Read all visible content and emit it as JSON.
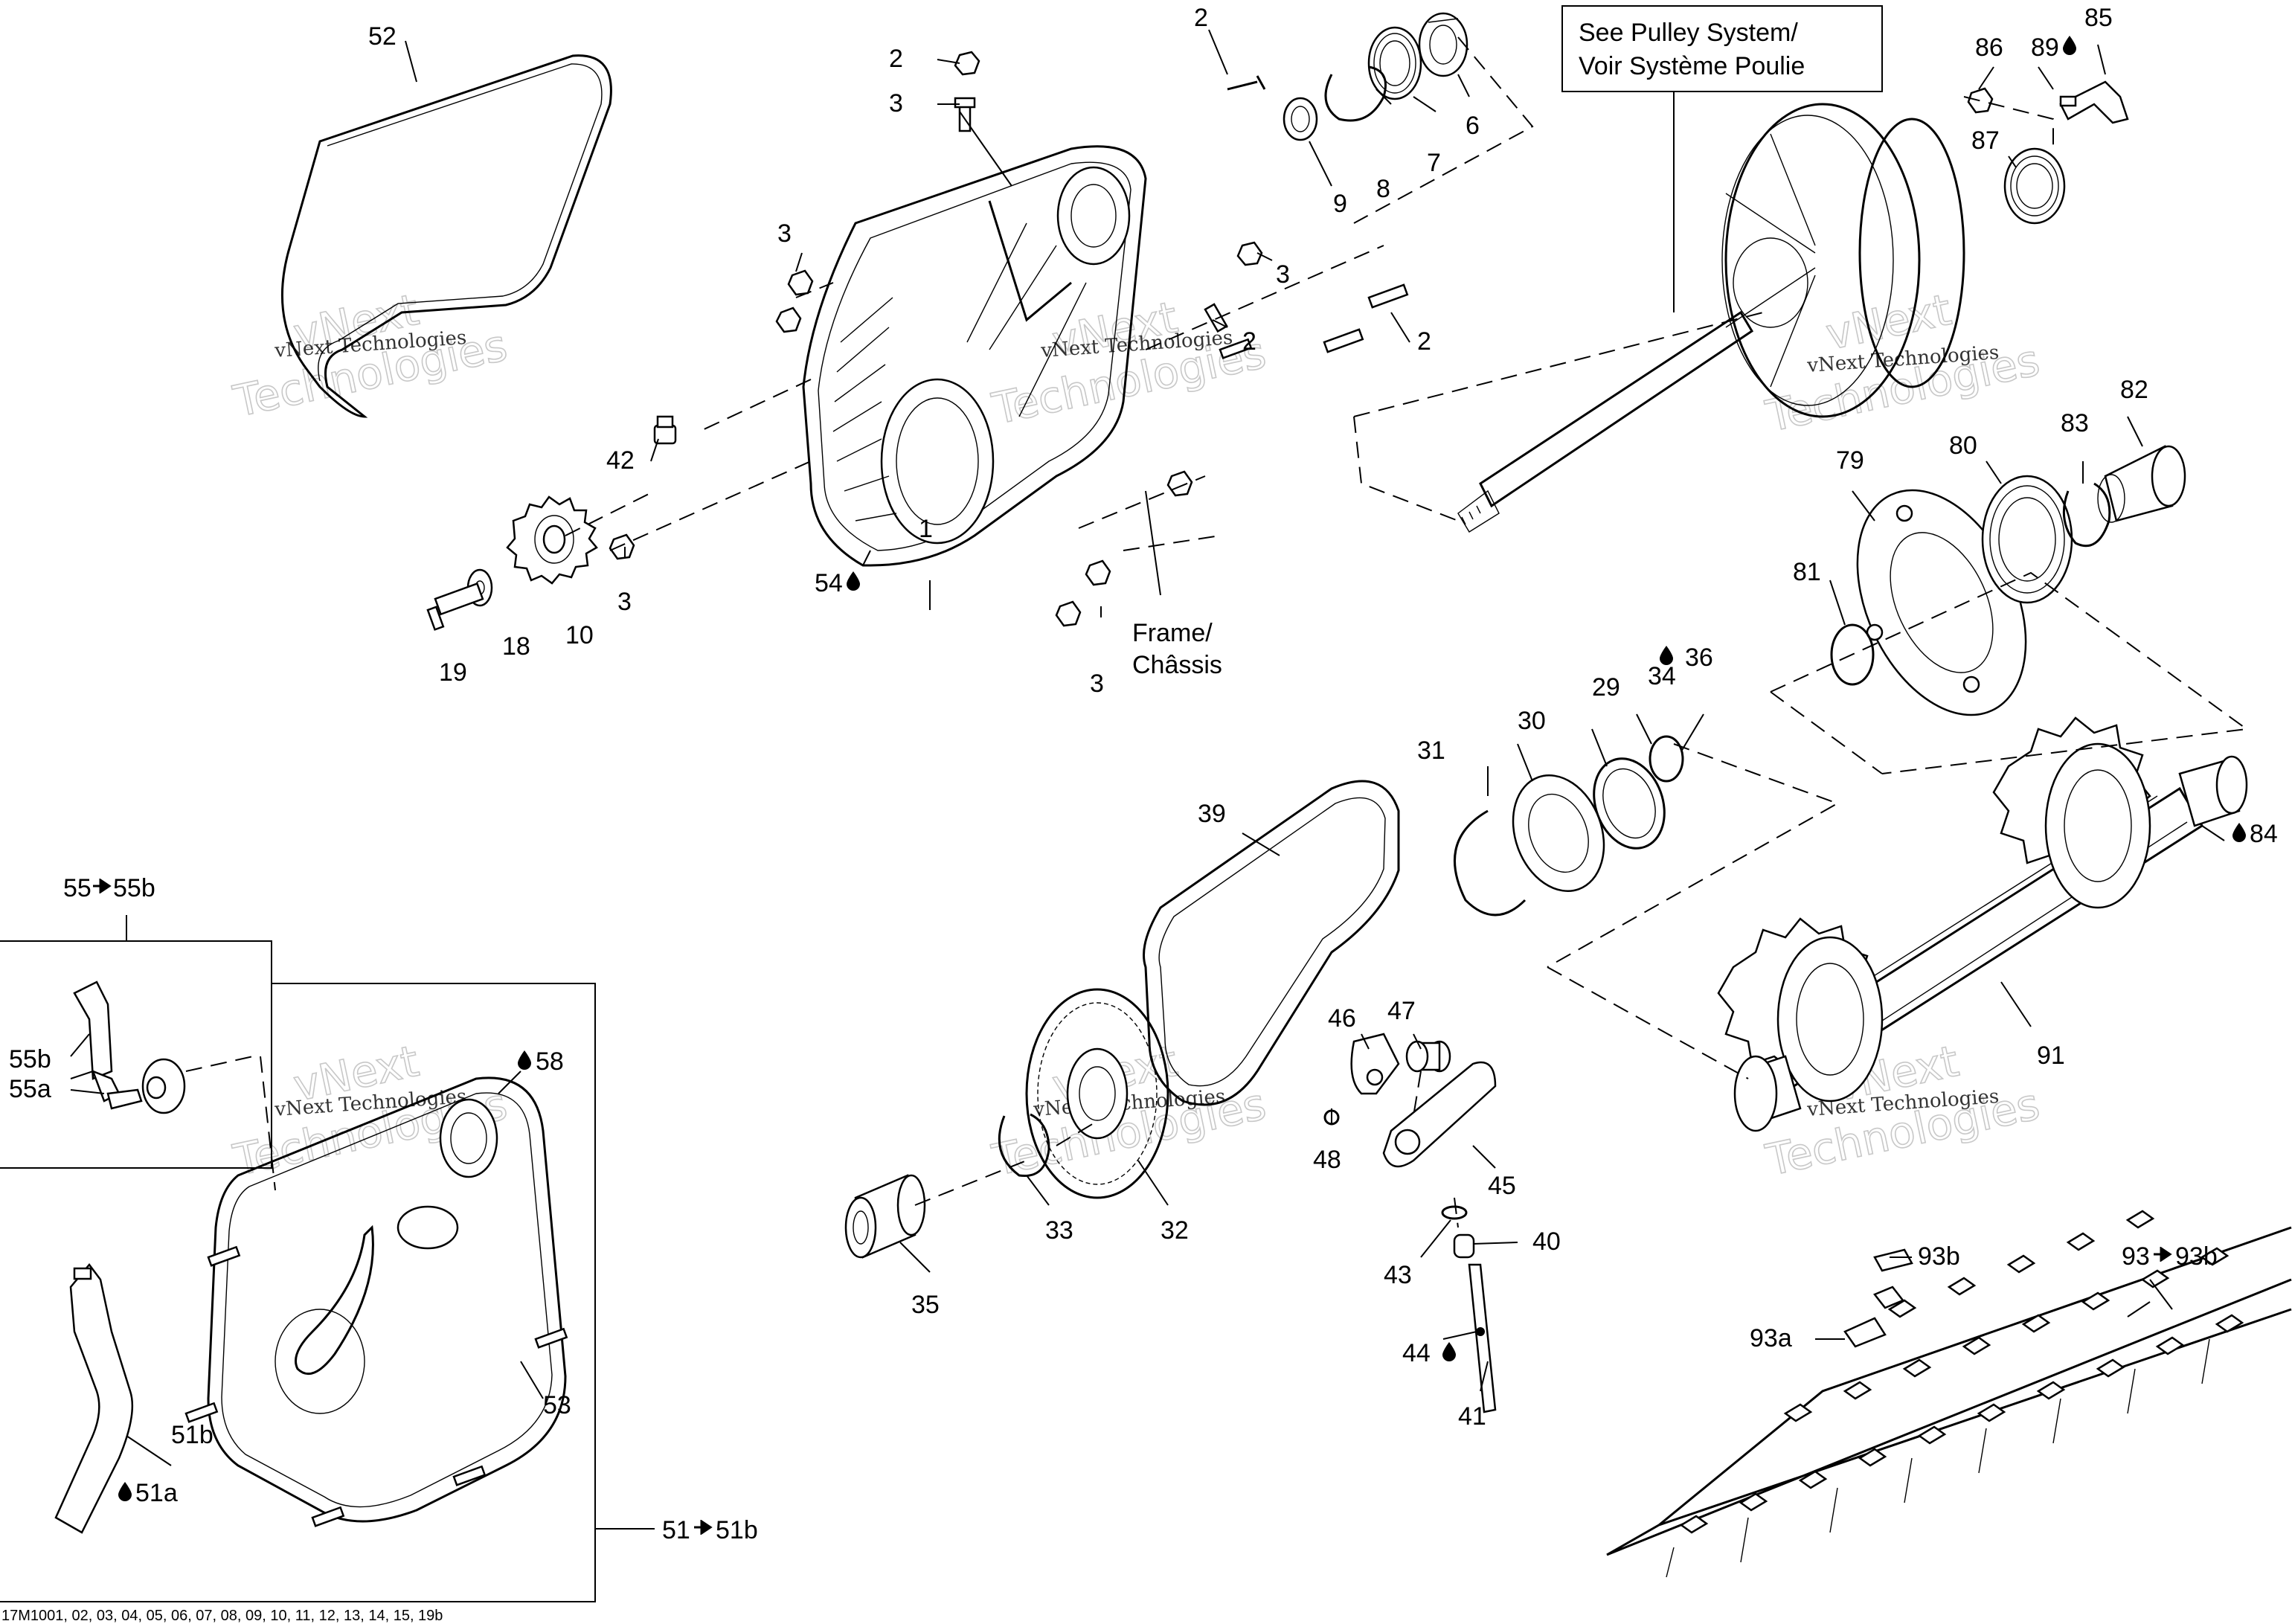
{
  "labels": {
    "l1": "1",
    "l2a": "2",
    "l2b": "2",
    "l2c": "2",
    "l2d": "2",
    "l3a": "3",
    "l3b": "3",
    "l3c": "3",
    "l3d": "3",
    "l3e": "3",
    "l6": "6",
    "l7": "7",
    "l8": "8",
    "l9": "9",
    "l10": "10",
    "l18": "18",
    "l19": "19",
    "l29": "29",
    "l30": "30",
    "l31": "31",
    "l32": "32",
    "l33": "33",
    "l34": "34",
    "l35": "35",
    "l36": "36",
    "l39": "39",
    "l40": "40",
    "l41": "41",
    "l42": "42",
    "l43": "43",
    "l44": "44",
    "l45": "45",
    "l46": "46",
    "l47": "47",
    "l48": "48",
    "l51": "51",
    "l51b_end": "51b",
    "l51a": "51a",
    "l51b": "51b",
    "l52": "52",
    "l53": "53",
    "l54": "54",
    "l55": "55",
    "l55b_end": "55b",
    "l55a": "55a",
    "l55b": "55b",
    "l58": "58",
    "l79": "79",
    "l80": "80",
    "l81": "81",
    "l82": "82",
    "l83": "83",
    "l84": "84",
    "l85": "85",
    "l86": "86",
    "l87": "87",
    "l89": "89",
    "l91": "91",
    "l93": "93",
    "l93b_end": "93b",
    "l93a": "93a",
    "l93b": "93b"
  },
  "callouts": {
    "pulley_line1": "See Pulley System/",
    "pulley_line2": "Voir Système Poulie",
    "frame_line1": "Frame/",
    "frame_line2": "Châssis"
  },
  "watermark": {
    "text_small": "vNext Technologies",
    "text_large_1": "vNext",
    "text_large_2": "Technologies"
  },
  "footer": {
    "ref_code": "17M1001, 02, 03, 04, 05, 06, 07, 08, 09, 10, 11, 12, 13, 14, 15, 19b"
  },
  "icons": {
    "lubricant": "oil-drop-icon",
    "range": "arrow-right-icon"
  }
}
